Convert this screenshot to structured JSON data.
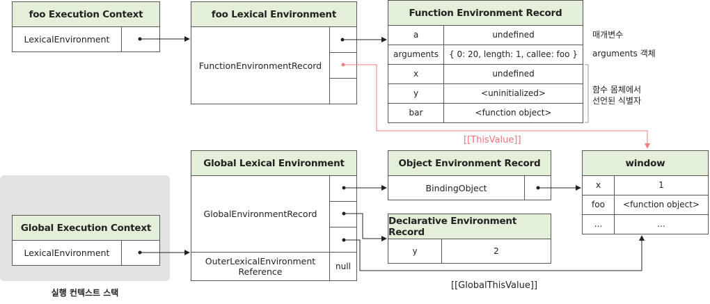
{
  "stack_label": "실행 컨텍스트 스택",
  "foo_ec": {
    "title": "foo Execution Context",
    "lexical_env": "LexicalEnvironment"
  },
  "foo_lex": {
    "title": "foo Lexical Environment",
    "record": "FunctionEnvironmentRecord"
  },
  "func_rec": {
    "title": "Function Environment Record",
    "rows": [
      {
        "name": "a",
        "value": "undefined"
      },
      {
        "name": "arguments",
        "value": "{ 0: 20,  length: 1,  callee: foo }"
      },
      {
        "name": "x",
        "value": "undefined"
      },
      {
        "name": "y",
        "value": "<uninitialized>"
      },
      {
        "name": "bar",
        "value": "<function object>"
      }
    ],
    "notes": {
      "params": "매개변수",
      "arguments": "arguments 객체",
      "body_line1": "함수 몸체에서",
      "body_line2": "선언된 식별자"
    }
  },
  "this_value": "[[ThisValue]]",
  "global_lex": {
    "title": "Global Lexical Environment",
    "record": "GlobalEnvironmentRecord",
    "outer_line1": "OuterLexicalEnvironment",
    "outer_line2": "Reference",
    "null": "null"
  },
  "global_ec": {
    "title": "Global Execution Context",
    "lexical_env": "LexicalEnvironment"
  },
  "obj_rec": {
    "title": "Object Environment Record",
    "binding": "BindingObject"
  },
  "decl_rec": {
    "title": "Declarative Environment Record",
    "rows": [
      {
        "name": "y",
        "value": "2"
      }
    ]
  },
  "window": {
    "title": "window",
    "rows": [
      {
        "name": "x",
        "value": "1"
      },
      {
        "name": "foo",
        "value": "<function object>"
      },
      {
        "name": "...",
        "value": "..."
      }
    ]
  },
  "global_this_value": "[[GlobalThisValue]]"
}
